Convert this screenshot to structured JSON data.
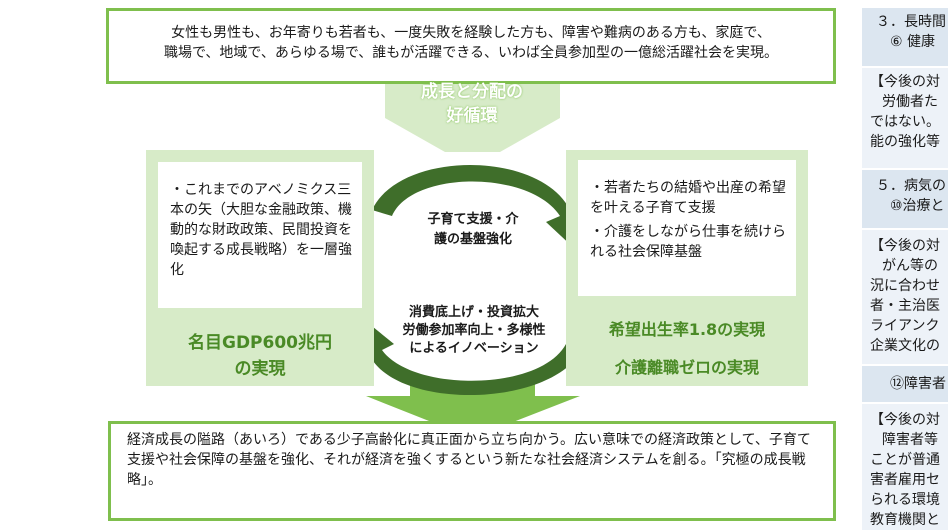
{
  "top_box": {
    "line1": "女性も男性も、お年寄りも若者も、一度失敗を経験した方も、障害や難病のある方も、家庭で、",
    "line2": "職場で、地域で、あらゆる場で、誰もが活躍できる、いわば全員参加型の一億総活躍社会を実現。"
  },
  "cycle_title": {
    "line1": "成長と分配の",
    "line2": "好循環"
  },
  "left": {
    "bullet": "・これまでのアベノミクス三本の矢（大胆な金融政策、機動的な財政政策、民間投資を喚起する成長戦略）を一層強化",
    "title_line1": "名目GDP600兆円",
    "title_line2": "の実現"
  },
  "center": {
    "top_line1": "子育て支援・介",
    "top_line2": "護の基盤強化",
    "bottom_line1": "消費底上げ・投資拡大",
    "bottom_line2": "労働参加率向上・多様性",
    "bottom_line3": "によるイノベーション"
  },
  "right": {
    "bullet1": "・若者たちの結婚や出産の希望を叶える子育て支援",
    "bullet2": "・介護をしながら仕事を続けられる社会保障基盤",
    "title1": "希望出生率1.8の実現",
    "title2": "介護離職ゼロの実現"
  },
  "bottom_box": {
    "text": "経済成長の隘路（あいろ）である少子高齢化に真正面から立ち向かう。広い意味での経済政策として、子育て支援や社会保障の基盤を強化、それが経済を強くするという新たな社会経済システムを創る。「究極の成長戦略」。"
  },
  "right_cut": {
    "l1": "３．長時間",
    "l2": "⑥ 健康",
    "l3": "【今後の対",
    "l4": "労働者た",
    "l5": "ではない。",
    "l6": "能の強化等",
    "l7": "５．病気の",
    "l8": "⑩治療と",
    "l9": "【今後の対",
    "l10": "がん等の",
    "l11": "況に合わせ",
    "l12": "者・主治医",
    "l13": "ライアンク",
    "l14": "企業文化の",
    "l15": "⑫障害者",
    "l16": "【今後の対",
    "l17": "障害者等",
    "l18": "ことが普通",
    "l19": "害者雇用セ",
    "l20": "られる環境",
    "l21": "教育機関と"
  },
  "colors": {
    "green": "#7fbf4d",
    "dark_green": "#3f6e2a",
    "panel": "#d7ebc8",
    "title_green": "#4a8a26"
  }
}
